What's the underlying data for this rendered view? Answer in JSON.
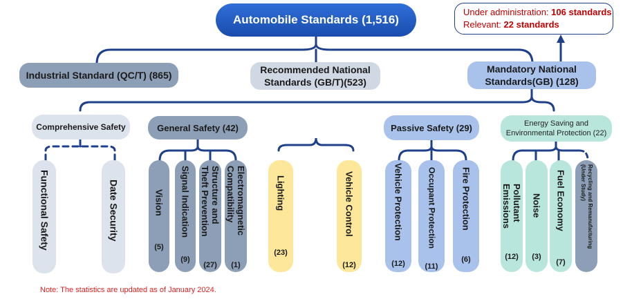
{
  "top": {
    "label": "Automobile Standards (1,516)"
  },
  "admin": {
    "line1_prefix": "Under administration: ",
    "line1_value": "106 standards",
    "line2_prefix": "Relevant: ",
    "line2_value": "22 standards"
  },
  "categories": {
    "industrial": "Industrial Standard (QC/T) (865)",
    "recommended": "Recommended National Standards (GB/T)(523)",
    "mandatory": "Mandatory National Standards(GB) (128)"
  },
  "groups": {
    "comprehensive": "Comprehensive Safety",
    "general": "General Safety (42)",
    "passive": "Passive Safety (29)",
    "energy": "Energy Saving and Environmental Protection (22)"
  },
  "columns": {
    "functional_safety": {
      "label": "Functional Safety",
      "count": ""
    },
    "data_security": {
      "label": "Date Security",
      "count": ""
    },
    "vision": {
      "label": "Vision",
      "count": "(5)"
    },
    "signal_indication": {
      "label": "Signal Indication",
      "count": "(9)"
    },
    "structure_theft": {
      "label": "Structure and\nTheft Prevention",
      "count": "(27)"
    },
    "electromagnetic": {
      "label": "Electromagnetic\nCompatibility",
      "count": "(1)"
    },
    "lighting": {
      "label": "Lighting",
      "count": "(23)"
    },
    "vehicle_control": {
      "label": "Vehicle Control",
      "count": "(12)"
    },
    "vehicle_protection": {
      "label": "Vehicle Protection",
      "count": "(12)"
    },
    "occupant_protection": {
      "label": "Occupant Protection",
      "count": "(11)"
    },
    "fire_protection": {
      "label": "Fire Protection",
      "count": "(6)"
    },
    "pollutant_emissions": {
      "label": "Pollutant\nEmissions",
      "count": "(12)"
    },
    "noise": {
      "label": "Noise",
      "count": "(3)"
    },
    "fuel_economy": {
      "label": "Fuel Economy",
      "count": "(7)"
    },
    "recycling": {
      "label": "Recycling and Remanufacturing\n(Under Study)",
      "count": ""
    }
  },
  "note": "Note: The statistics are updated as of January 2024.",
  "colors": {
    "dark_blue": "#1a4cad",
    "slate": "#8d9fb6",
    "light_slate": "#dde3ec",
    "light_blue": "#a8c2ec",
    "yellow": "#fde79a",
    "mint": "#b8e6dc",
    "connector": "#1e3f8a",
    "note_red": "#e02020"
  }
}
